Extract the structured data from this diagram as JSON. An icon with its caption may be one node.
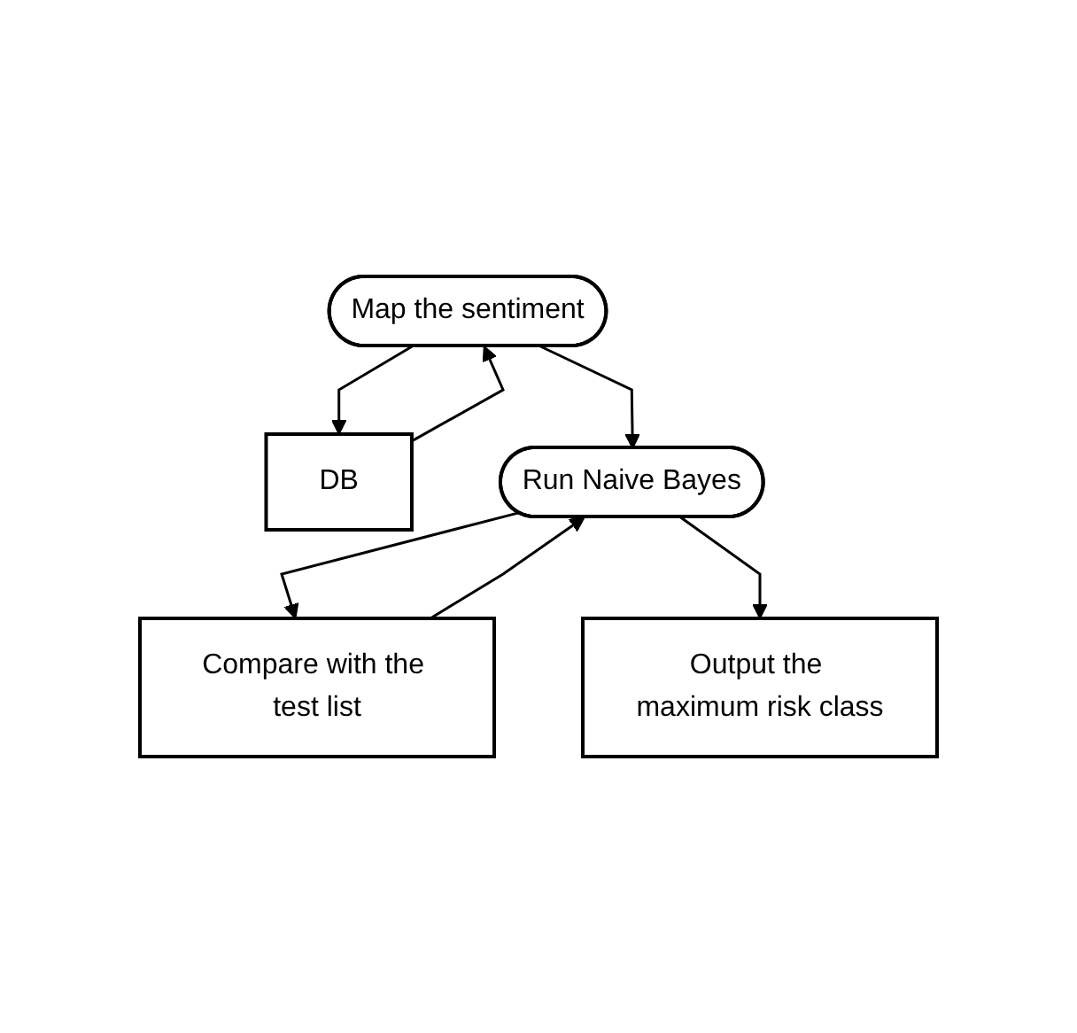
{
  "diagram": {
    "nodes": [
      {
        "text": [
          "Map the sentiment"
        ]
      },
      {
        "text": [
          "DB"
        ]
      },
      {
        "text": [
          "Run Naive Bayes"
        ]
      },
      {
        "text": [
          "Compare with the test list"
        ]
      },
      {
        "text": [
          "Output the maximum risk class"
        ]
      }
    ],
    "edges": [
      {
        "from": 0,
        "to": 1,
        "arrow": "to"
      },
      {
        "from": 1,
        "to": 0,
        "arrow": "to"
      },
      {
        "from": 0,
        "to": 2,
        "arrow": "to"
      },
      {
        "from": 2,
        "to": 3,
        "arrow": "to"
      },
      {
        "from": 3,
        "to": 2,
        "arrow": "to"
      },
      {
        "from": 2,
        "to": 4,
        "arrow": "to"
      }
    ]
  }
}
